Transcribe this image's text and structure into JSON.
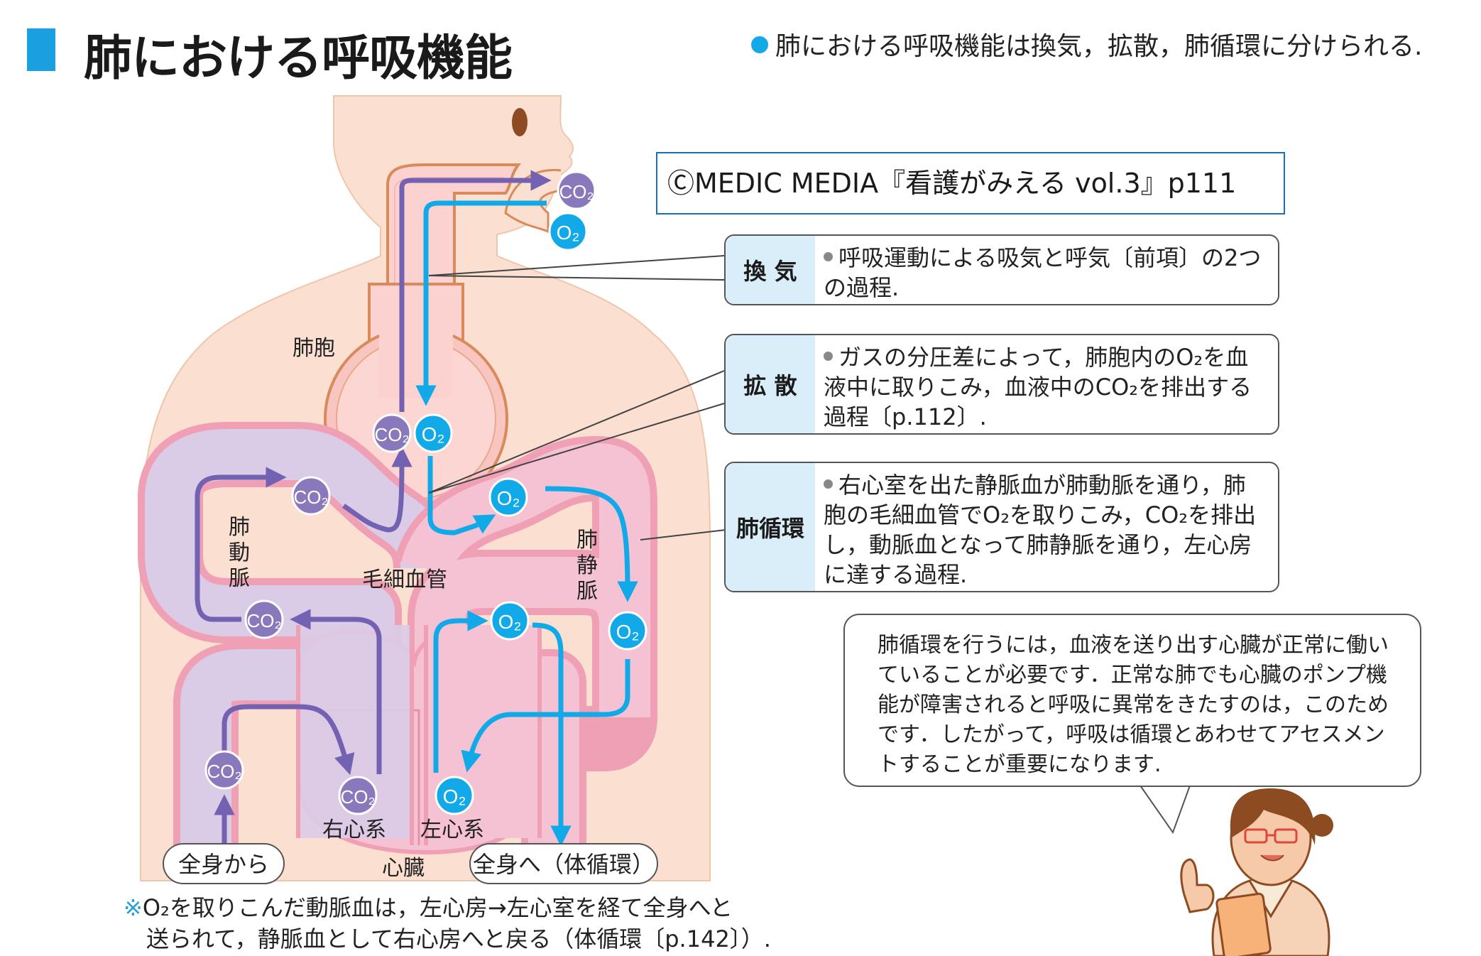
{
  "header": {
    "title": "肺における呼吸機能",
    "summary": "肺における呼吸機能は換気，拡散，肺循環に分けられる."
  },
  "copyright": "ⒸMEDIC MEDIA『看護がみえる vol.3』p111",
  "callouts": [
    {
      "label": "換 気",
      "text": "呼吸運動による吸気と呼気〔前項〕の2つの過程."
    },
    {
      "label": "拡 散",
      "text": "ガスの分圧差によって，肺胞内のO₂を血液中に取りこみ，血液中のCO₂を排出する過程〔p.112〕."
    },
    {
      "label": "肺循環",
      "text": "右心室を出た静脈血が肺動脈を通り，肺胞の毛細血管でO₂を取りこみ，CO₂を排出し，動脈血となって肺静脈を通り，左心房に達する過程."
    }
  ],
  "note": "肺循環を行うには，血液を送り出す心臓が正常に働いていることが必要です．正常な肺でも心臓のポンプ機能が障害されると呼吸に異常をきたすのは，このためです．したがって，呼吸は循環とあわせてアセスメントすることが重要になります.",
  "diagram": {
    "alveolus": "肺胞",
    "pulmonary_artery": [
      "肺",
      "動",
      "脈"
    ],
    "pulmonary_vein": [
      "肺",
      "静",
      "脈"
    ],
    "capillary": "毛細血管",
    "right_heart": "右心系",
    "left_heart": "左心系",
    "heart": "心臓",
    "from_body": "全身から",
    "to_body": "全身へ（体循環）",
    "co2": "CO₂",
    "o2": "O₂"
  },
  "footnote": {
    "mark": "※",
    "line1": "O₂を取りこんだ動脈血は，左心房→左心室を経て全身へと",
    "line2": "送られて，静脈血として右心房へと戻る（体循環〔p.142〕）."
  },
  "colors": {
    "accent": "#1aa0e0",
    "skin": "#fbe0d2",
    "vessel_pink": "#f5c2d4",
    "vessel_purple": "#dacbe6",
    "o2": "#12a9e8",
    "co2": "#8a78bc"
  }
}
